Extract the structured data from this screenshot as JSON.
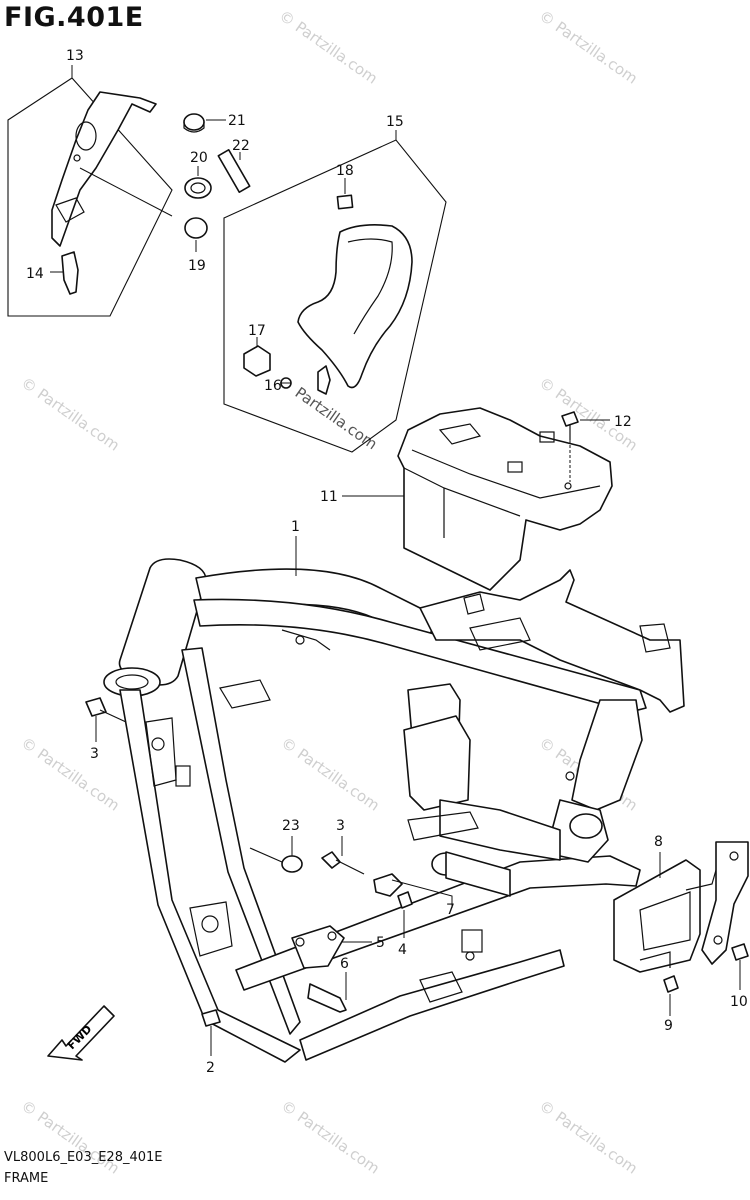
{
  "figure": {
    "title": "FIG.401E",
    "code": "VL800L6_E03_E28_401E",
    "caption": "FRAME"
  },
  "watermark": {
    "text": "© Partzilla.com",
    "center_text": "Partzilla.com"
  },
  "fwd_label": "FWD",
  "callouts": {
    "c1": "1",
    "c2": "2",
    "c3a": "3",
    "c3b": "3",
    "c4": "4",
    "c5": "5",
    "c6": "6",
    "c7": "7",
    "c8": "8",
    "c9": "9",
    "c10": "10",
    "c11": "11",
    "c12": "12",
    "c13": "13",
    "c14": "14",
    "c15": "15",
    "c16": "16",
    "c17": "17",
    "c18": "18",
    "c19": "19",
    "c20": "20",
    "c21": "21",
    "c22": "22",
    "c23": "23"
  }
}
